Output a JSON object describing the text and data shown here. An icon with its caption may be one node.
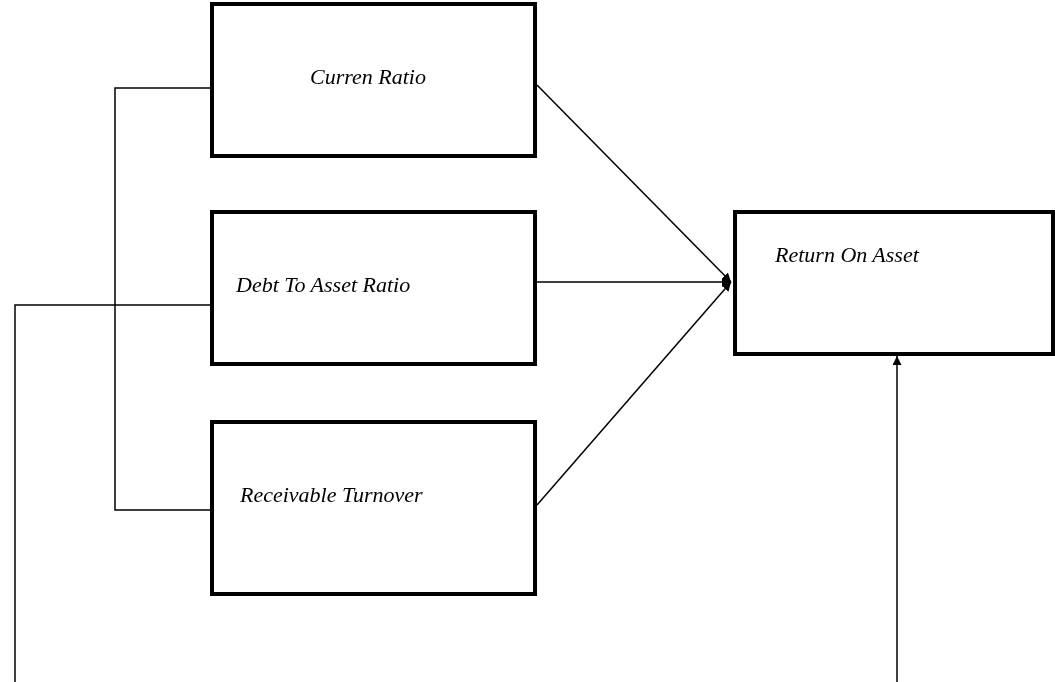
{
  "diagram": {
    "nodes": [
      {
        "text": [
          "Curren Ratio"
        ]
      },
      {
        "text": [
          "Debt To Asset Ratio"
        ]
      },
      {
        "text": [
          "Receivable Turnover"
        ]
      },
      {
        "text": [
          "Return On Asset"
        ]
      }
    ],
    "edges": [
      {
        "from": 0,
        "to": 3,
        "arrow": "to"
      },
      {
        "from": 1,
        "to": 3,
        "arrow": "to"
      },
      {
        "from": 2,
        "to": 3,
        "arrow": "to"
      },
      {
        "from": 0,
        "to": 2,
        "arrow": "none"
      },
      {
        "from": 1,
        "to": null,
        "arrow": "none"
      },
      {
        "from": null,
        "to": 3,
        "arrow": "to"
      }
    ]
  }
}
